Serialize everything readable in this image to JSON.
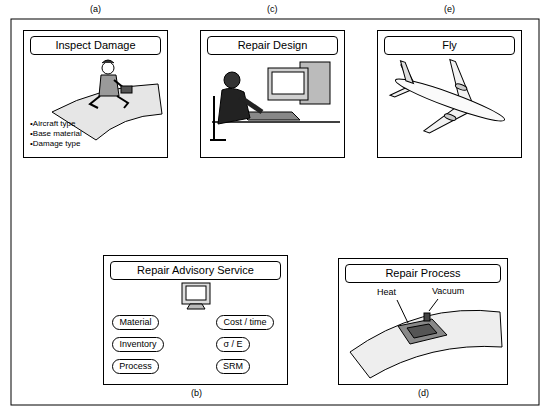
{
  "diagram": {
    "nodes": [
      {
        "text": [
          "Inspect Damage",
          "•Aircraft type",
          "•Base material",
          "•Damage type"
        ]
      },
      {
        "text": [
          "Repair Design"
        ]
      },
      {
        "text": [
          "Fly"
        ]
      },
      {
        "text": [
          "Repair Advisory Service"
        ]
      },
      {
        "text": [
          "Material"
        ],
        "in": 3
      },
      {
        "text": [
          "Cost / time"
        ],
        "in": 3
      },
      {
        "text": [
          "Inventory"
        ],
        "in": 3
      },
      {
        "text": [
          "σ / E"
        ],
        "in": 3
      },
      {
        "text": [
          "Process"
        ],
        "in": 3
      },
      {
        "text": [
          "SRM"
        ],
        "in": 3
      },
      {
        "text": [
          "Repair Process"
        ]
      }
    ],
    "labels": [
      "(a)",
      "(c)",
      "(e)",
      "(b)",
      "(d)",
      "Heat",
      "Vacuum"
    ]
  }
}
